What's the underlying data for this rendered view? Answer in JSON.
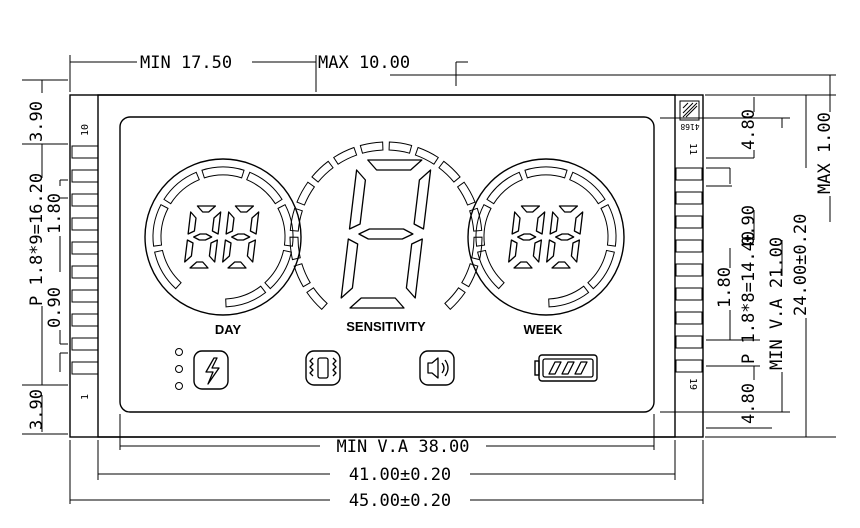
{
  "dimensions": {
    "top_min": "MIN  17.50",
    "top_max": "MAX  10.00",
    "left_top_pad": "3.90",
    "left_pitch": "P  1.8*9=16.20",
    "left_pin_width": "1.80",
    "left_pin_gap": "0.90",
    "left_bottom_pad": "3.90",
    "right_top_pad": "4.80",
    "right_pin_gap": "0.90",
    "right_pin_width": "1.80",
    "right_pitch": "P  1.8*8=14.40",
    "right_bottom_pad": "4.80",
    "right_va": "MIN V.A  21.00",
    "right_outline": "24.00±0.20",
    "right_max": "MAX  1.00",
    "bottom_va": "MIN V.A 38.00",
    "bottom_glass": "41.00±0.20",
    "bottom_outline": "45.00±0.20"
  },
  "pin_labels": {
    "left_top": "10",
    "left_bottom": "1",
    "right_top": "11",
    "right_bottom": "19"
  },
  "model_code": "4168",
  "display": {
    "left_label": "DAY",
    "center_label": "SENSITIVITY",
    "right_label": "WEEK",
    "left_digits": "88",
    "center_digit": "8",
    "right_digits": "88"
  },
  "icons": [
    "indicator-dots",
    "lightning-icon",
    "vibration-icon",
    "speaker-icon",
    "battery-icon"
  ]
}
